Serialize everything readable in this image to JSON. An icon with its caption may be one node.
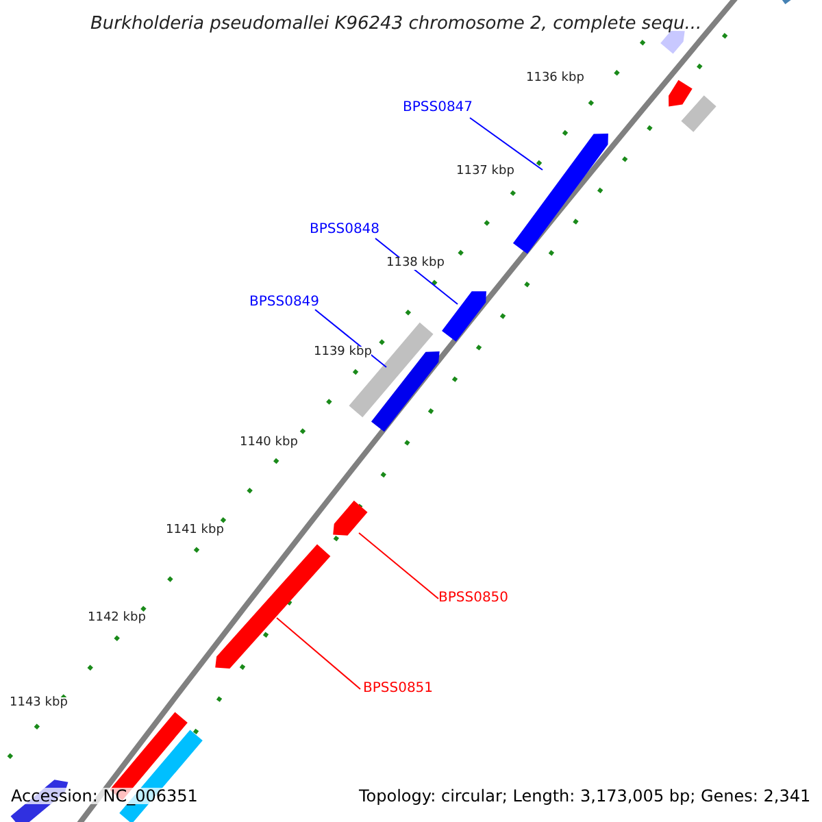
{
  "diagram": {
    "title": "Burkholderia pseudomallei K96243 chromosome 2, complete sequ...",
    "nodes": [
      {
        "text": [
          "BPSS0847"
        ]
      },
      {
        "text": [],
        "shape": "arrow"
      },
      {
        "text": [
          "BPSS0848"
        ]
      },
      {
        "text": [],
        "shape": "arrow"
      },
      {
        "text": [
          "BPSS0849"
        ]
      },
      {
        "text": [],
        "shape": "bar"
      },
      {
        "text": [
          "BPSS0850"
        ]
      },
      {
        "text": [],
        "shape": "arrow"
      },
      {
        "text": [
          "BPSS0851"
        ]
      },
      {
        "text": [],
        "shape": "arrow"
      }
    ],
    "edges": [
      {
        "from": 0,
        "to": 1,
        "arrow": "none"
      },
      {
        "from": 2,
        "to": 3,
        "arrow": "none"
      },
      {
        "from": 4,
        "to": 5,
        "arrow": "none"
      },
      {
        "from": 6,
        "to": 7,
        "arrow": "none",
        "color": "#ff0000"
      },
      {
        "from": 8,
        "to": 9,
        "arrow": "none",
        "color": "#ff0000"
      }
    ],
    "labels": [
      "1136 kbp",
      "1137 kbp",
      "1138 kbp",
      "1139 kbp",
      "1140 kbp",
      "1141 kbp",
      "1142 kbp",
      "1143 kbp",
      "Accession: NC_006351",
      "Topology: circular; Length: 3,173,005 bp; Genes: 2,341"
    ]
  }
}
